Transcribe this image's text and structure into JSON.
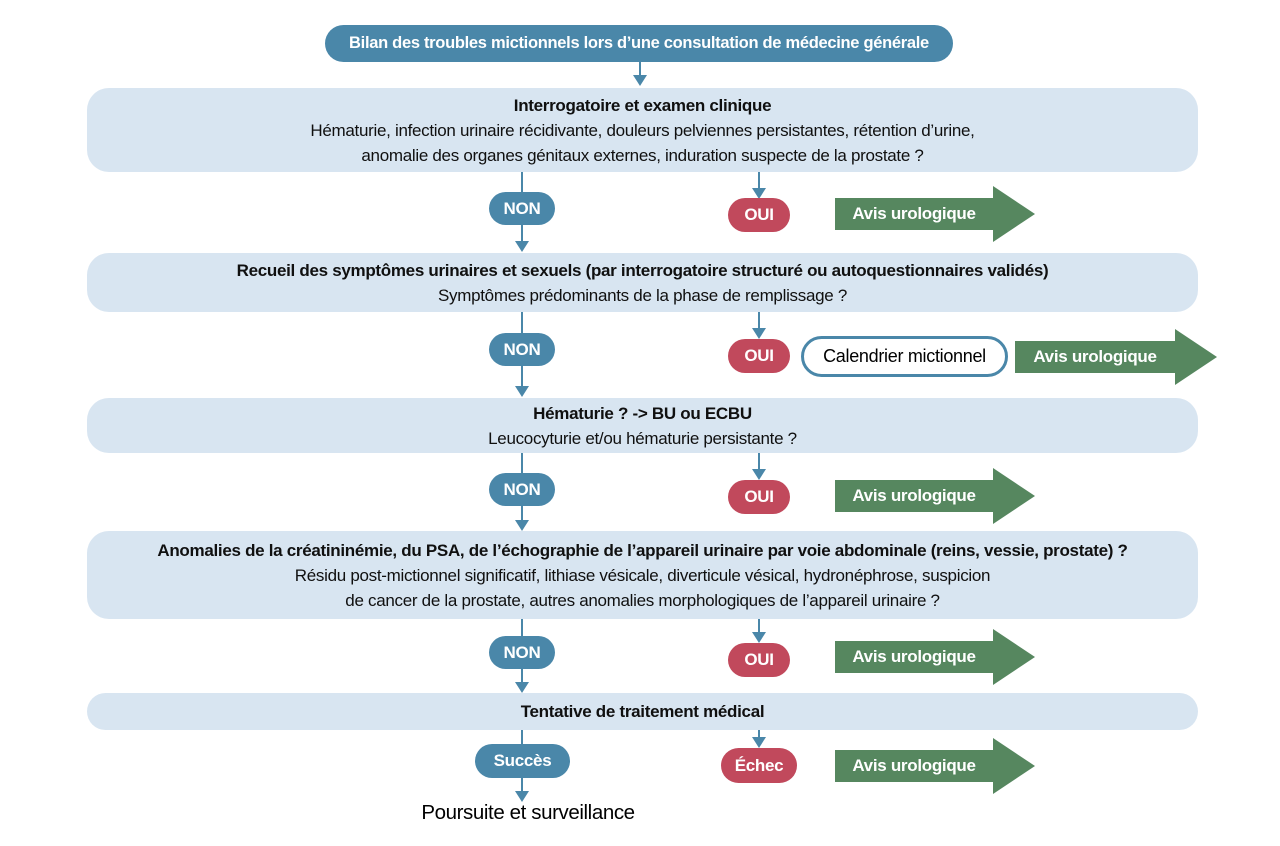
{
  "palette": {
    "blue": "#4A87A9",
    "red": "#C1495C",
    "green": "#56875F",
    "boxbg": "#D8E5F1",
    "ink": "#101010"
  },
  "start": {
    "title": "Bilan des troubles mictionnels lors d’une consultation de médecine générale"
  },
  "steps": [
    {
      "title": "Interrogatoire et examen clinique",
      "line1": "Hématurie, infection urinaire récidivante, douleurs pelviennes persistantes, rétention d’urine,",
      "line2": "anomalie des organes génitaux externes, induration suspecte de la prostate ?"
    },
    {
      "title": "Recueil des symptômes urinaires et sexuels (par interrogatoire structuré ou autoquestionnaires validés)",
      "line1": "Symptômes prédominants de la phase de remplissage ?"
    },
    {
      "title": "Hématurie ? -> BU ou ECBU",
      "line1": "Leucocyturie et/ou hématurie persistante ?"
    },
    {
      "title": "Anomalies de la créatininémie, du PSA, de l’échographie de l’appareil urinaire par voie abdominale (reins, vessie, prostate) ?",
      "line1": "Résidu post-mictionnel significatif, lithiase vésicale, diverticule vésical, hydronéphrose, suspicion",
      "line2": "de cancer de la prostate, autres anomalies morphologiques de l’appareil urinaire ?"
    },
    {
      "title": "Tentative de traitement médical"
    }
  ],
  "labels": {
    "non": "NON",
    "oui": "OUI",
    "succes": "Succès",
    "echec": "Échec",
    "avis": "Avis urologique",
    "calendrier": "Calendrier mictionnel",
    "outcome": "Poursuite et surveillance"
  }
}
